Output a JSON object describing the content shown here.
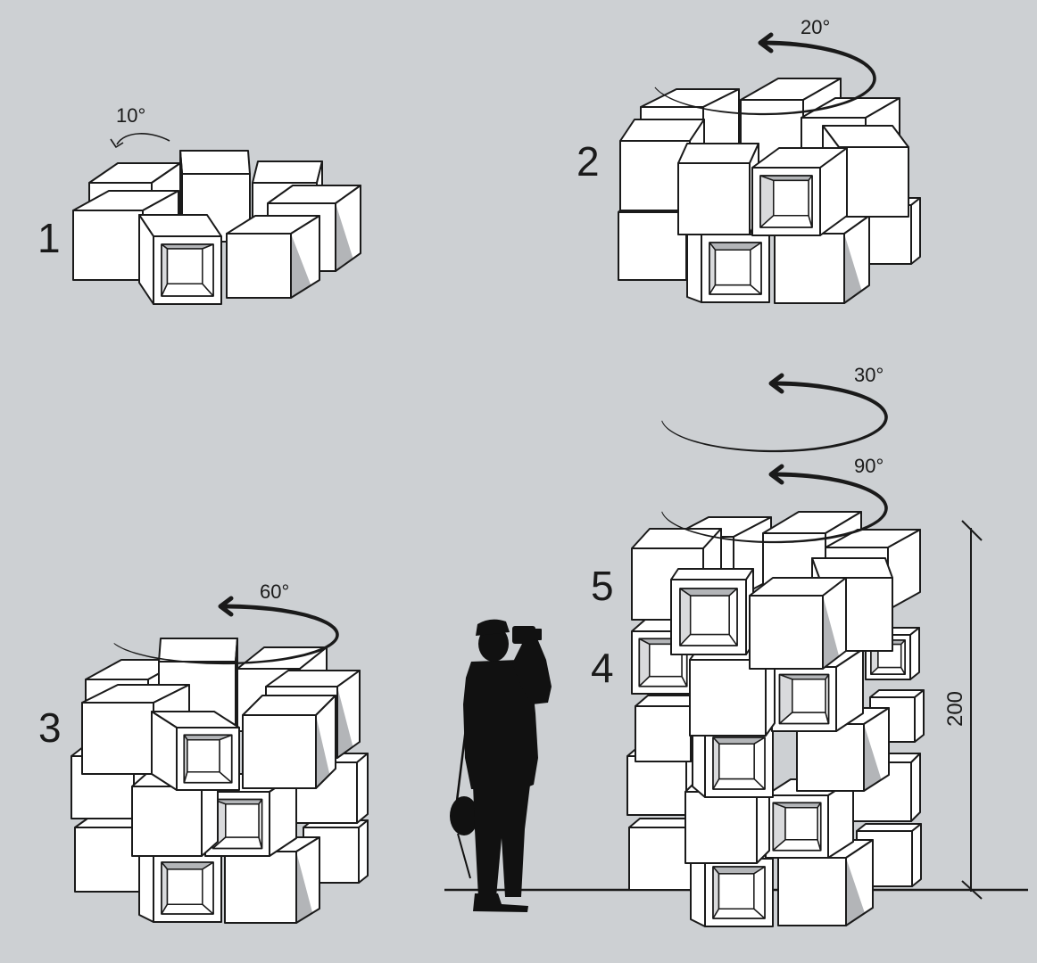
{
  "steps": {
    "step1": "1",
    "step2": "2",
    "step3": "3",
    "step4": "4",
    "step5": "5"
  },
  "rotations": {
    "step1": "10°",
    "step2": "20°",
    "step3": "60°",
    "tower_upper": "30°",
    "tower_lower": "90°"
  },
  "dimension": {
    "height": "200"
  },
  "colors": {
    "background": "#cdd0d3",
    "line": "#1a1a1a",
    "face": "#ffffff",
    "shadow": "#b3b5b8",
    "shadow_light": "#d9dadc"
  }
}
